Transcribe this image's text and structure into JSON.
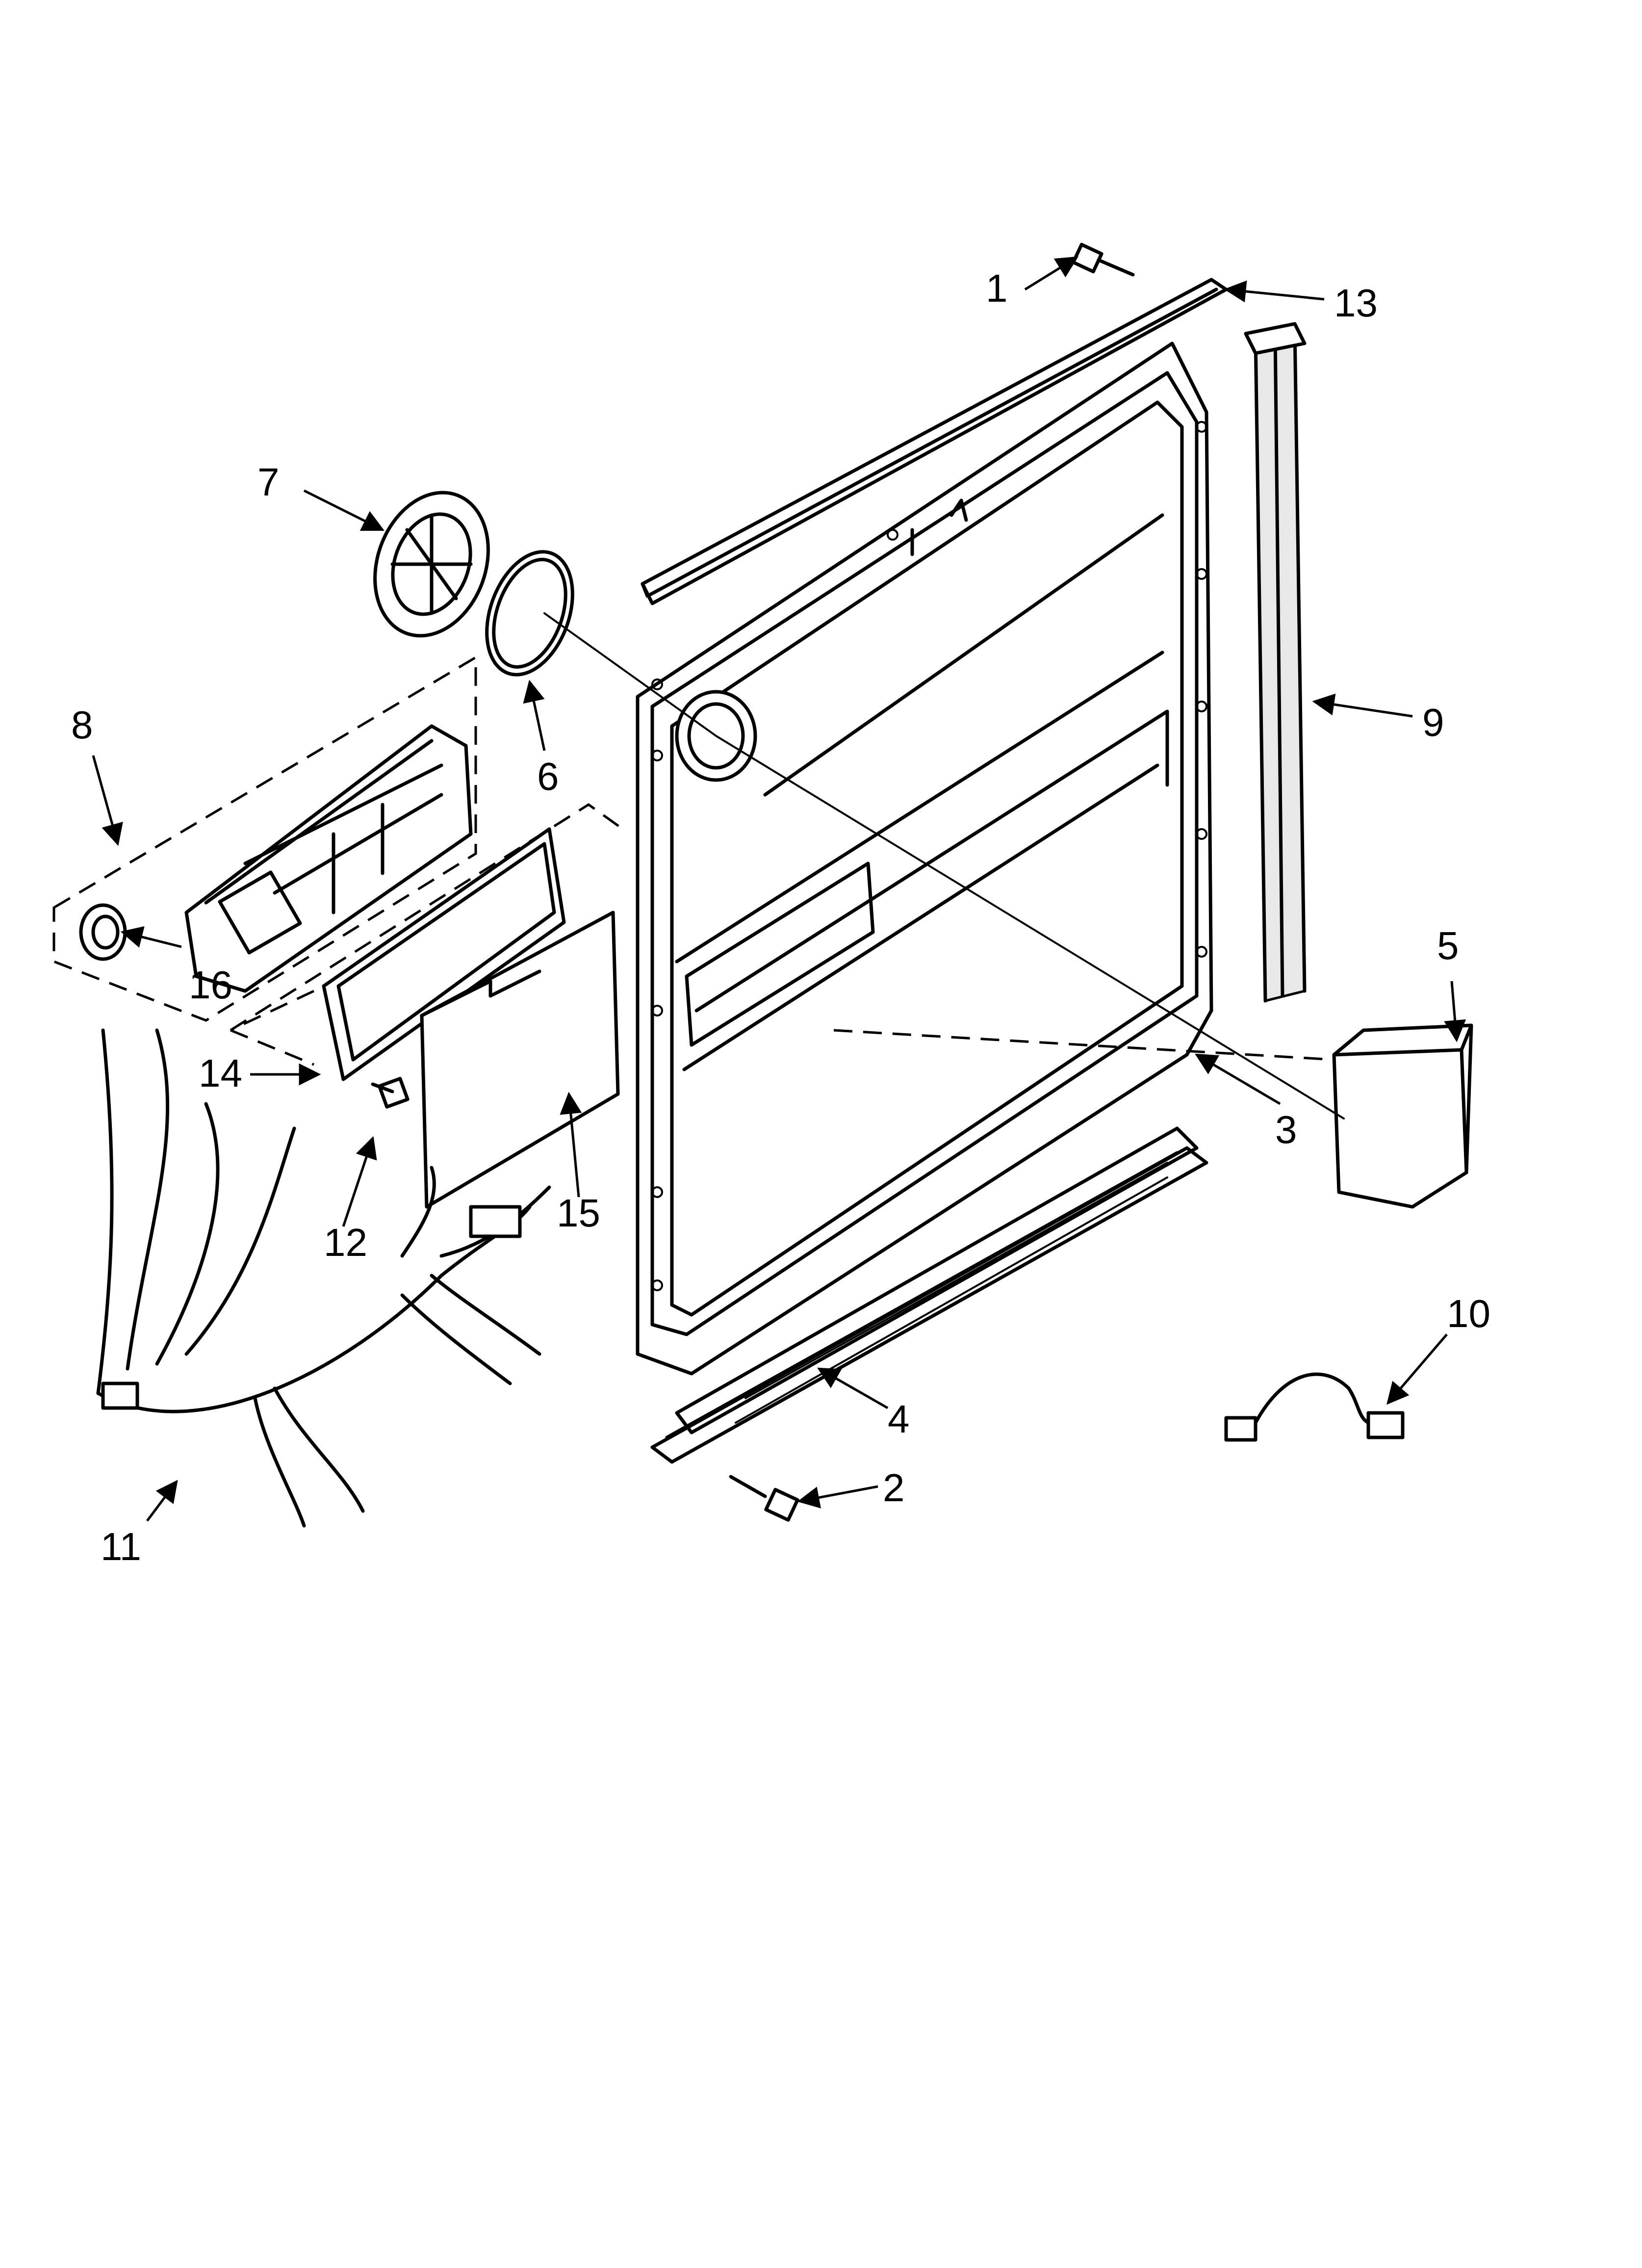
{
  "callouts": [
    {
      "id": "1",
      "text": "1"
    },
    {
      "id": "2",
      "text": "2"
    },
    {
      "id": "3",
      "text": "3"
    },
    {
      "id": "4",
      "text": "4"
    },
    {
      "id": "5",
      "text": "5"
    },
    {
      "id": "6",
      "text": "6"
    },
    {
      "id": "7",
      "text": "7"
    },
    {
      "id": "8",
      "text": "8"
    },
    {
      "id": "9",
      "text": "9"
    },
    {
      "id": "10",
      "text": "10"
    },
    {
      "id": "11",
      "text": "11"
    },
    {
      "id": "12",
      "text": "12"
    },
    {
      "id": "13",
      "text": "13"
    },
    {
      "id": "14",
      "text": "14"
    },
    {
      "id": "15",
      "text": "15"
    },
    {
      "id": "16",
      "text": "16"
    }
  ],
  "colors": {
    "ink": "#000000",
    "paper": "#ffffff"
  }
}
